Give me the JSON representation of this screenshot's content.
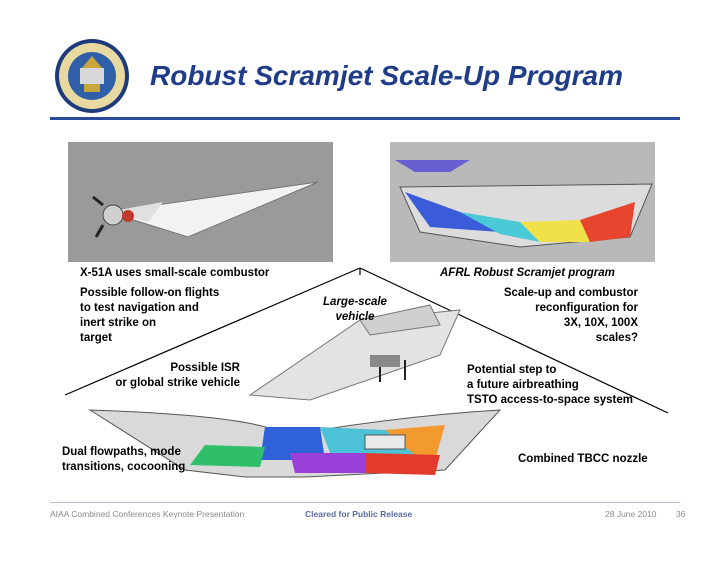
{
  "title": "Robust Scramjet Scale-Up Program",
  "colors": {
    "title": "#1f3c88",
    "rule": "#2c4a9a",
    "panel_bg": "#9a9a9a"
  },
  "left": {
    "heading": "X-51A uses small-scale combustor",
    "body": "Possible follow-on flights\nto test navigation and\ninert strike on\ntarget"
  },
  "right": {
    "heading": "AFRL Robust Scramjet program",
    "body": "Scale-up and combustor\nreconfiguration for\n3X, 10X, 100X\nscales?"
  },
  "center_label": "Large-scale\nvehicle",
  "isr_text": "Possible ISR\nor global strike vehicle",
  "step_text": "Potential step to\na future airbreathing\nTSTO access-to-space system",
  "dual_text": "Dual flowpaths, mode\ntransitions, cocooning",
  "tbcc_text": "Combined TBCC nozzle",
  "footer": {
    "left": "AIAA Combined Conferences Keynote Presentation",
    "center": "Cleared for Public Release",
    "date": "28 June 2010",
    "page": "36"
  },
  "icons": [
    "air-force-seal-icon"
  ]
}
